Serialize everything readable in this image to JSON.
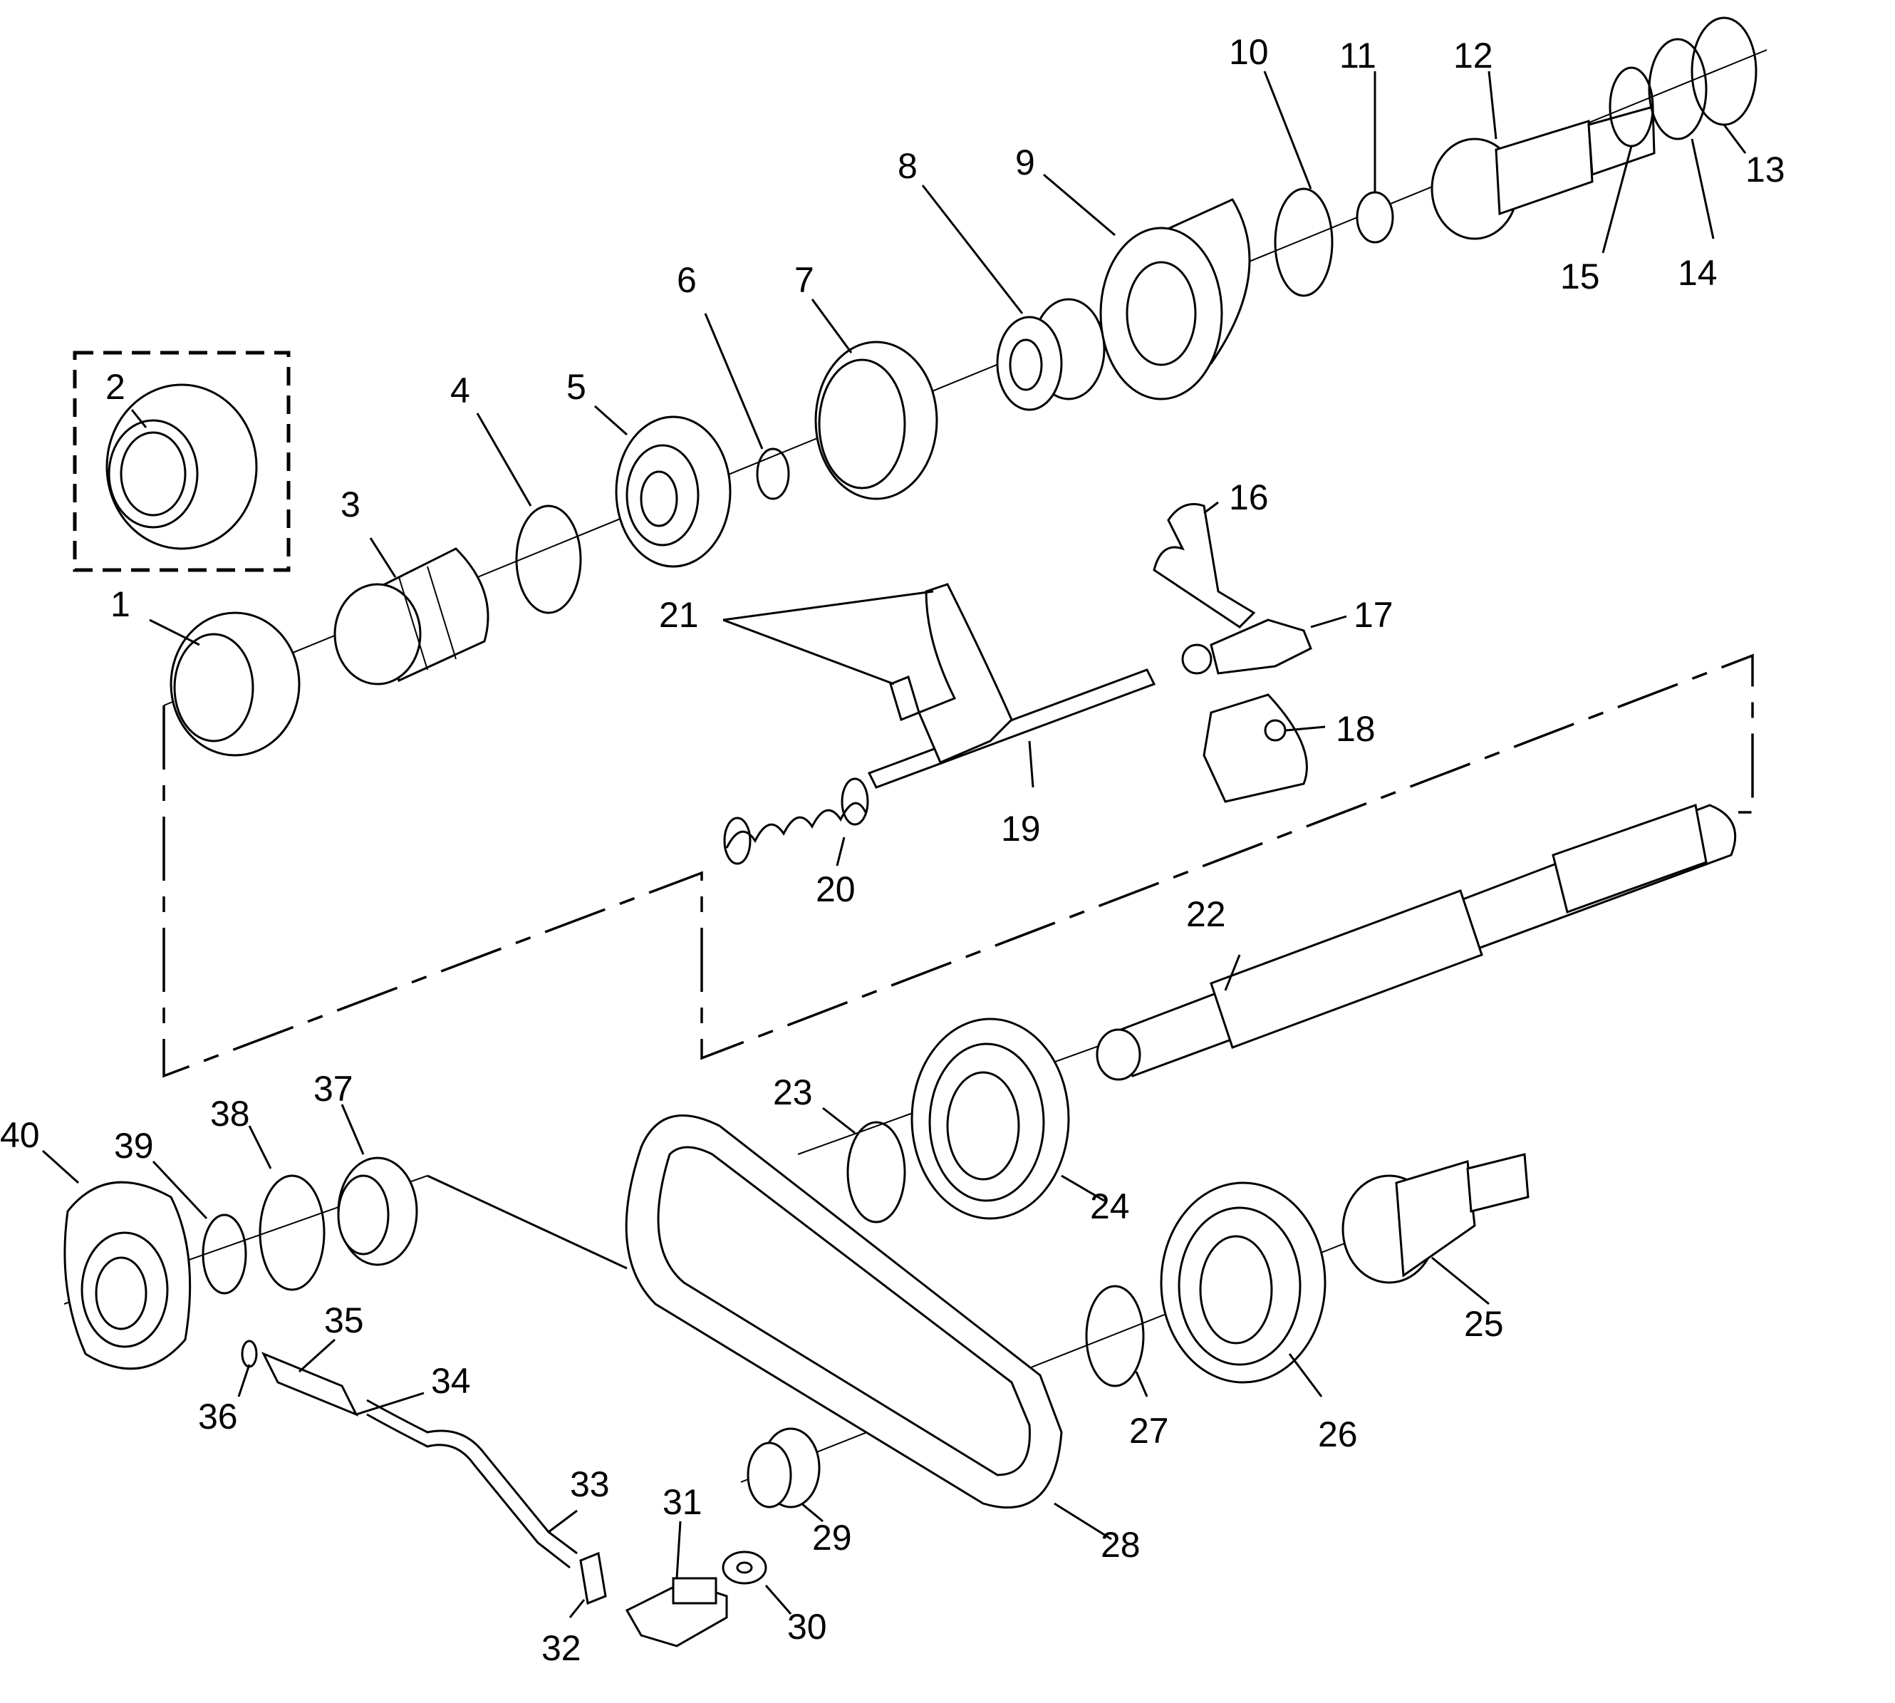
{
  "diagram": {
    "callouts": [
      "1",
      "2",
      "3",
      "4",
      "5",
      "6",
      "7",
      "8",
      "9",
      "10",
      "11",
      "12",
      "13",
      "14",
      "15",
      "16",
      "17",
      "18",
      "19",
      "20",
      "21",
      "22",
      "23",
      "24",
      "25",
      "26",
      "27",
      "28",
      "29",
      "30",
      "31",
      "32",
      "33",
      "34",
      "35",
      "36",
      "37",
      "38",
      "39",
      "40"
    ]
  }
}
